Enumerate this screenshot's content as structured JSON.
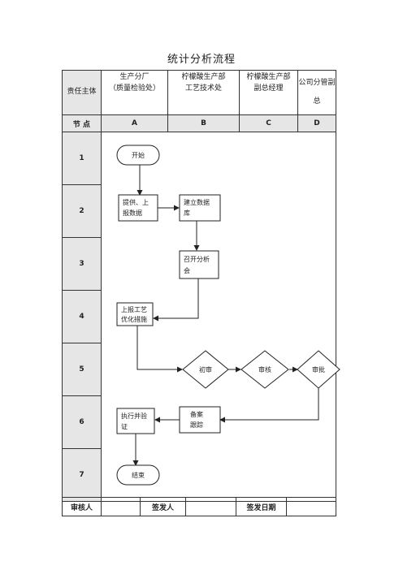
{
  "title": "统计分析流程",
  "header": {
    "responsible_label": "责任主体",
    "col_a": [
      "生产分厂",
      "（质量检验处）"
    ],
    "col_b": [
      "柠檬酸生产部",
      "工艺技术处"
    ],
    "col_c": [
      "柠檬酸生产部",
      "副总经理"
    ],
    "col_d": [
      "公司分管副",
      "总"
    ]
  },
  "nodes_row": {
    "label": "节 点",
    "a": "A",
    "b": "B",
    "c": "C",
    "d": "D"
  },
  "steps": [
    "1",
    "2",
    "3",
    "4",
    "5",
    "6",
    "7"
  ],
  "shapes": {
    "start": "开始",
    "provide": [
      "提供、上",
      "报数据"
    ],
    "build": [
      "建立数据",
      "库"
    ],
    "meeting": [
      "召开分析",
      "会"
    ],
    "report": [
      "上报工艺",
      "优化措施"
    ],
    "first_review": "初审",
    "review": "审核",
    "approve": "审批",
    "file": [
      "备案",
      "跟踪"
    ],
    "execute": [
      "执行并验",
      "证"
    ],
    "end": "结束"
  },
  "footer": {
    "reviewer": "审核人",
    "issuer": "签发人",
    "date": "签发日期"
  }
}
